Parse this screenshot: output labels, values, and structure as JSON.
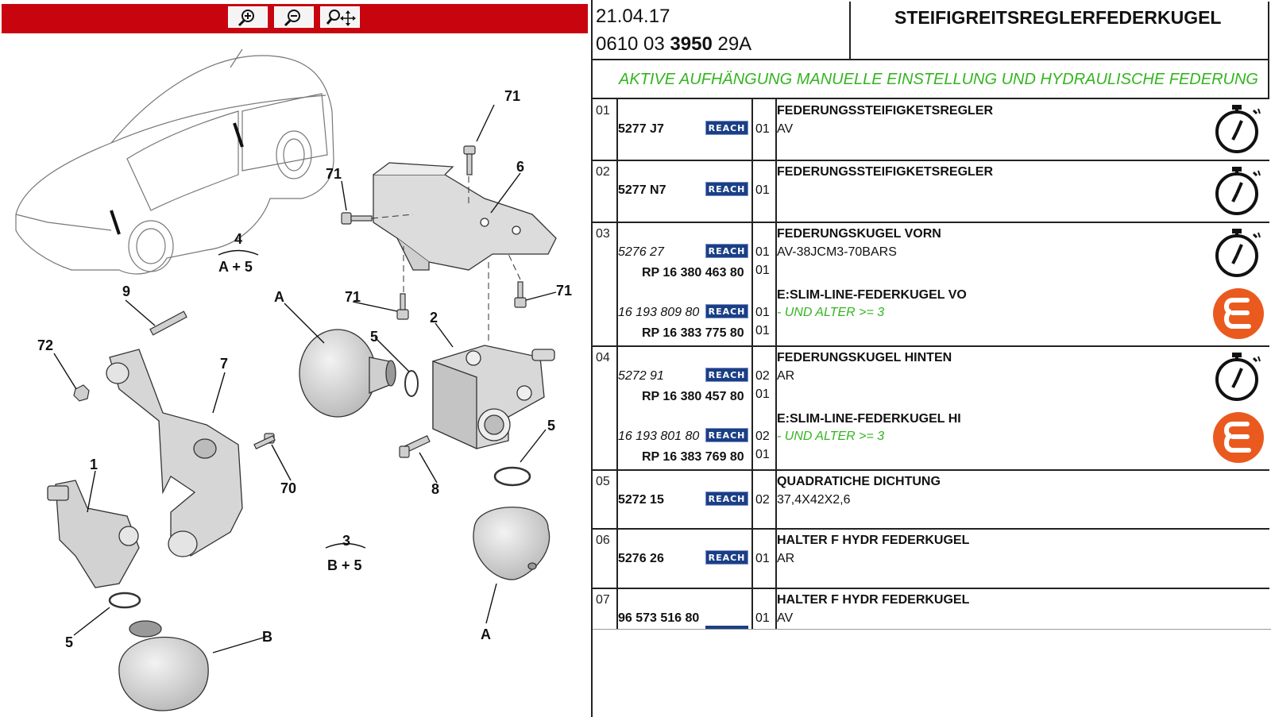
{
  "toolbar": {
    "zoom_in": "zoom-in-icon",
    "zoom_out": "zoom-out-icon",
    "zoom_move": "zoom-move-icon"
  },
  "diagram": {
    "labels": [
      "71",
      "71",
      "6",
      "4",
      "A + 5",
      "9",
      "72",
      "7",
      "A",
      "71",
      "71",
      "5",
      "2",
      "1",
      "70",
      "5",
      "8",
      "3",
      "B + 5",
      "5",
      "B",
      "A"
    ]
  },
  "header": {
    "date": "21.04.17",
    "code_prefix": "0610 03 ",
    "code_bold": "3950",
    "code_suffix": " 29A",
    "title": "STEIFIGREITSREGLERFEDERKUGEL",
    "subtitle": "AKTIVE AUFHÄNGUNG MANUELLE EINSTELLUNG UND HYDRAULISCHE FEDERUNG"
  },
  "reach_label": "REACH",
  "rows": [
    {
      "idx": "01",
      "pn": "5277 J7",
      "qty": "01",
      "desc": "FEDERUNGSSTEIFIGKETSREGLER",
      "sub": "AV"
    },
    {
      "idx": "02",
      "pn": "5277 N7",
      "qty": "01",
      "desc": "FEDERUNGSSTEIFIGKETSREGLER",
      "sub": ""
    },
    {
      "idx": "03",
      "pn_it": "5276 27",
      "qty": "01",
      "sub": "AV-38JCM3-70BARS",
      "rp1": "RP 16 380 463 80",
      "rp1_qty": "01",
      "desc": "FEDERUNGSKUGEL VORN",
      "alt_desc": "E:SLIM-LINE-FEDERKUGEL VO",
      "alt_pn": "16 193 809 80",
      "alt_qty": "01",
      "alt_cond": "- UND ALTER >= 3",
      "rp2": "RP 16 383 775 80",
      "rp2_qty": "01"
    },
    {
      "idx": "04",
      "pn_it": "5272 91",
      "qty": "02",
      "sub": "AR",
      "rp1": "RP 16 380 457 80",
      "rp1_qty": "01",
      "desc": "FEDERUNGSKUGEL HINTEN",
      "alt_desc": "E:SLIM-LINE-FEDERKUGEL HI",
      "alt_pn": "16 193 801 80",
      "alt_qty": "02",
      "alt_cond": "- UND ALTER >= 3",
      "rp2": "RP 16 383 769 80",
      "rp2_qty": "01"
    },
    {
      "idx": "05",
      "pn": "5272 15",
      "qty": "02",
      "desc": "QUADRATICHE DICHTUNG",
      "sub": "37,4X42X2,6"
    },
    {
      "idx": "06",
      "pn": "5276 26",
      "qty": "01",
      "desc": "HALTER F HYDR FEDERKUGEL",
      "sub": "AR"
    },
    {
      "idx": "07",
      "pn": "96 573 516 80",
      "qty": "01",
      "desc": "HALTER F HYDR FEDERKUGEL",
      "sub": "AV"
    }
  ],
  "colors": {
    "toolbar": "#c8050f",
    "reach": "#1b3f86",
    "green": "#33b51f",
    "orange": "#ea5a1e"
  }
}
